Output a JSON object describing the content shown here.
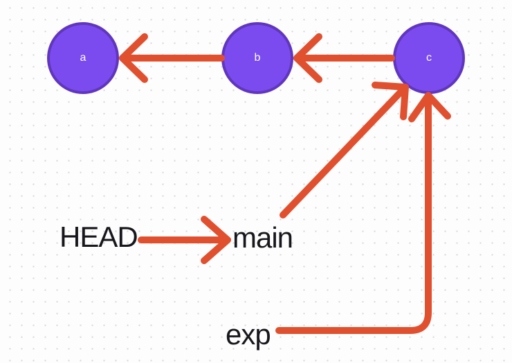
{
  "diagram": {
    "type": "git-commit-graph",
    "nodes": [
      {
        "id": "a",
        "label": "a"
      },
      {
        "id": "b",
        "label": "b"
      },
      {
        "id": "c",
        "label": "c"
      }
    ],
    "refs": {
      "head": "HEAD",
      "main": "main",
      "exp": "exp"
    },
    "edges": [
      {
        "from": "b",
        "to": "a",
        "kind": "commit-parent-arrow"
      },
      {
        "from": "c",
        "to": "b",
        "kind": "commit-parent-arrow"
      },
      {
        "from": "HEAD",
        "to": "main",
        "kind": "ref-pointer-arrow"
      },
      {
        "from": "main",
        "to": "c",
        "kind": "branch-pointer-arrow"
      },
      {
        "from": "exp",
        "to": "c",
        "kind": "branch-pointer-arrow"
      }
    ],
    "colors": {
      "node_fill": "#7b4bef",
      "node_border": "#6036bd",
      "arrow": "#e0502f",
      "ref_text": "#17171c",
      "node_label_text": "#ffffff",
      "canvas_bg": "#fdfdfd",
      "grid_dot": "#d8d8d8"
    }
  }
}
